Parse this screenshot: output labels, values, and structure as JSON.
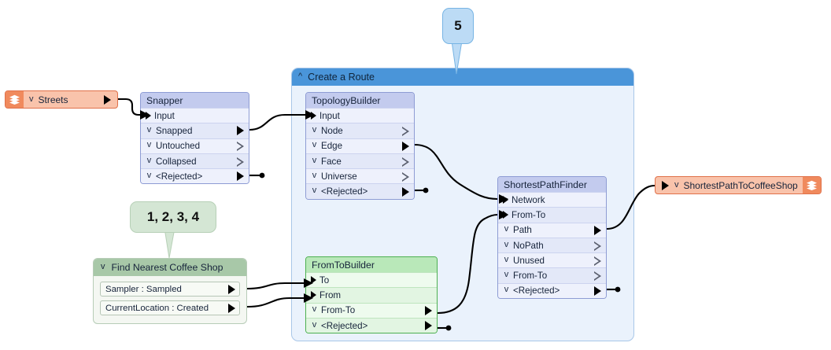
{
  "graph": {
    "title": "Create a Route"
  },
  "group": {
    "label": "Create a Route",
    "chevron": "^",
    "header_color": "#4a95d9",
    "body_color": "#eaf2fc"
  },
  "inputs": [
    {
      "name": "streets-data",
      "label": "Streets",
      "chevron": "v",
      "icon": "layers-icon",
      "color": "#f9c3ab"
    }
  ],
  "outputs": [
    {
      "name": "shortest-path-to-coffee-shop-data",
      "label": "ShortestPathToCoffeeShop",
      "chevron": "v",
      "icon": "layers-icon",
      "color": "#f9c3ab"
    }
  ],
  "nodes": [
    {
      "name": "snapper",
      "title": "Snapper",
      "theme": "blue",
      "rows": [
        {
          "label": "Input",
          "port": "input"
        },
        {
          "label": "Snapped",
          "port": "output-connected"
        },
        {
          "label": "Untouched",
          "port": "output-empty"
        },
        {
          "label": "Collapsed",
          "port": "output-empty"
        },
        {
          "label": "<Rejected>",
          "port": "output-connected"
        }
      ]
    },
    {
      "name": "topology-builder",
      "title": "TopologyBuilder",
      "theme": "blue",
      "rows": [
        {
          "label": "Input",
          "port": "input"
        },
        {
          "label": "Node",
          "port": "output-empty"
        },
        {
          "label": "Edge",
          "port": "output-connected"
        },
        {
          "label": "Face",
          "port": "output-empty"
        },
        {
          "label": "Universe",
          "port": "output-empty"
        },
        {
          "label": "<Rejected>",
          "port": "output-connected"
        }
      ]
    },
    {
      "name": "shortest-path-finder",
      "title": "ShortestPathFinder",
      "theme": "blue",
      "rows": [
        {
          "label": "Network",
          "port": "input"
        },
        {
          "label": "From-To",
          "port": "input"
        },
        {
          "label": "Path",
          "port": "output-connected"
        },
        {
          "label": "NoPath",
          "port": "output-empty"
        },
        {
          "label": "Unused",
          "port": "output-empty"
        },
        {
          "label": "From-To",
          "port": "output-empty"
        },
        {
          "label": "<Rejected>",
          "port": "output-connected"
        }
      ]
    },
    {
      "name": "from-to-builder",
      "title": "FromToBuilder",
      "theme": "green",
      "rows": [
        {
          "label": "To",
          "port": "input"
        },
        {
          "label": "From",
          "port": "input"
        },
        {
          "label": "From-To",
          "port": "output-connected"
        },
        {
          "label": "<Rejected>",
          "port": "output-connected"
        }
      ]
    }
  ],
  "subgraph": {
    "name": "find-nearest-coffee-shop",
    "title": "Find Nearest Coffee Shop",
    "chevron": "v",
    "items": [
      {
        "label": "Sampler : Sampled"
      },
      {
        "label": "CurrentLocation : Created"
      }
    ]
  },
  "callouts": [
    {
      "name": "callout-steps-1234",
      "text": "1, 2, 3, 4",
      "theme": "green"
    },
    {
      "name": "callout-step-5",
      "text": "5",
      "theme": "blue"
    }
  ]
}
